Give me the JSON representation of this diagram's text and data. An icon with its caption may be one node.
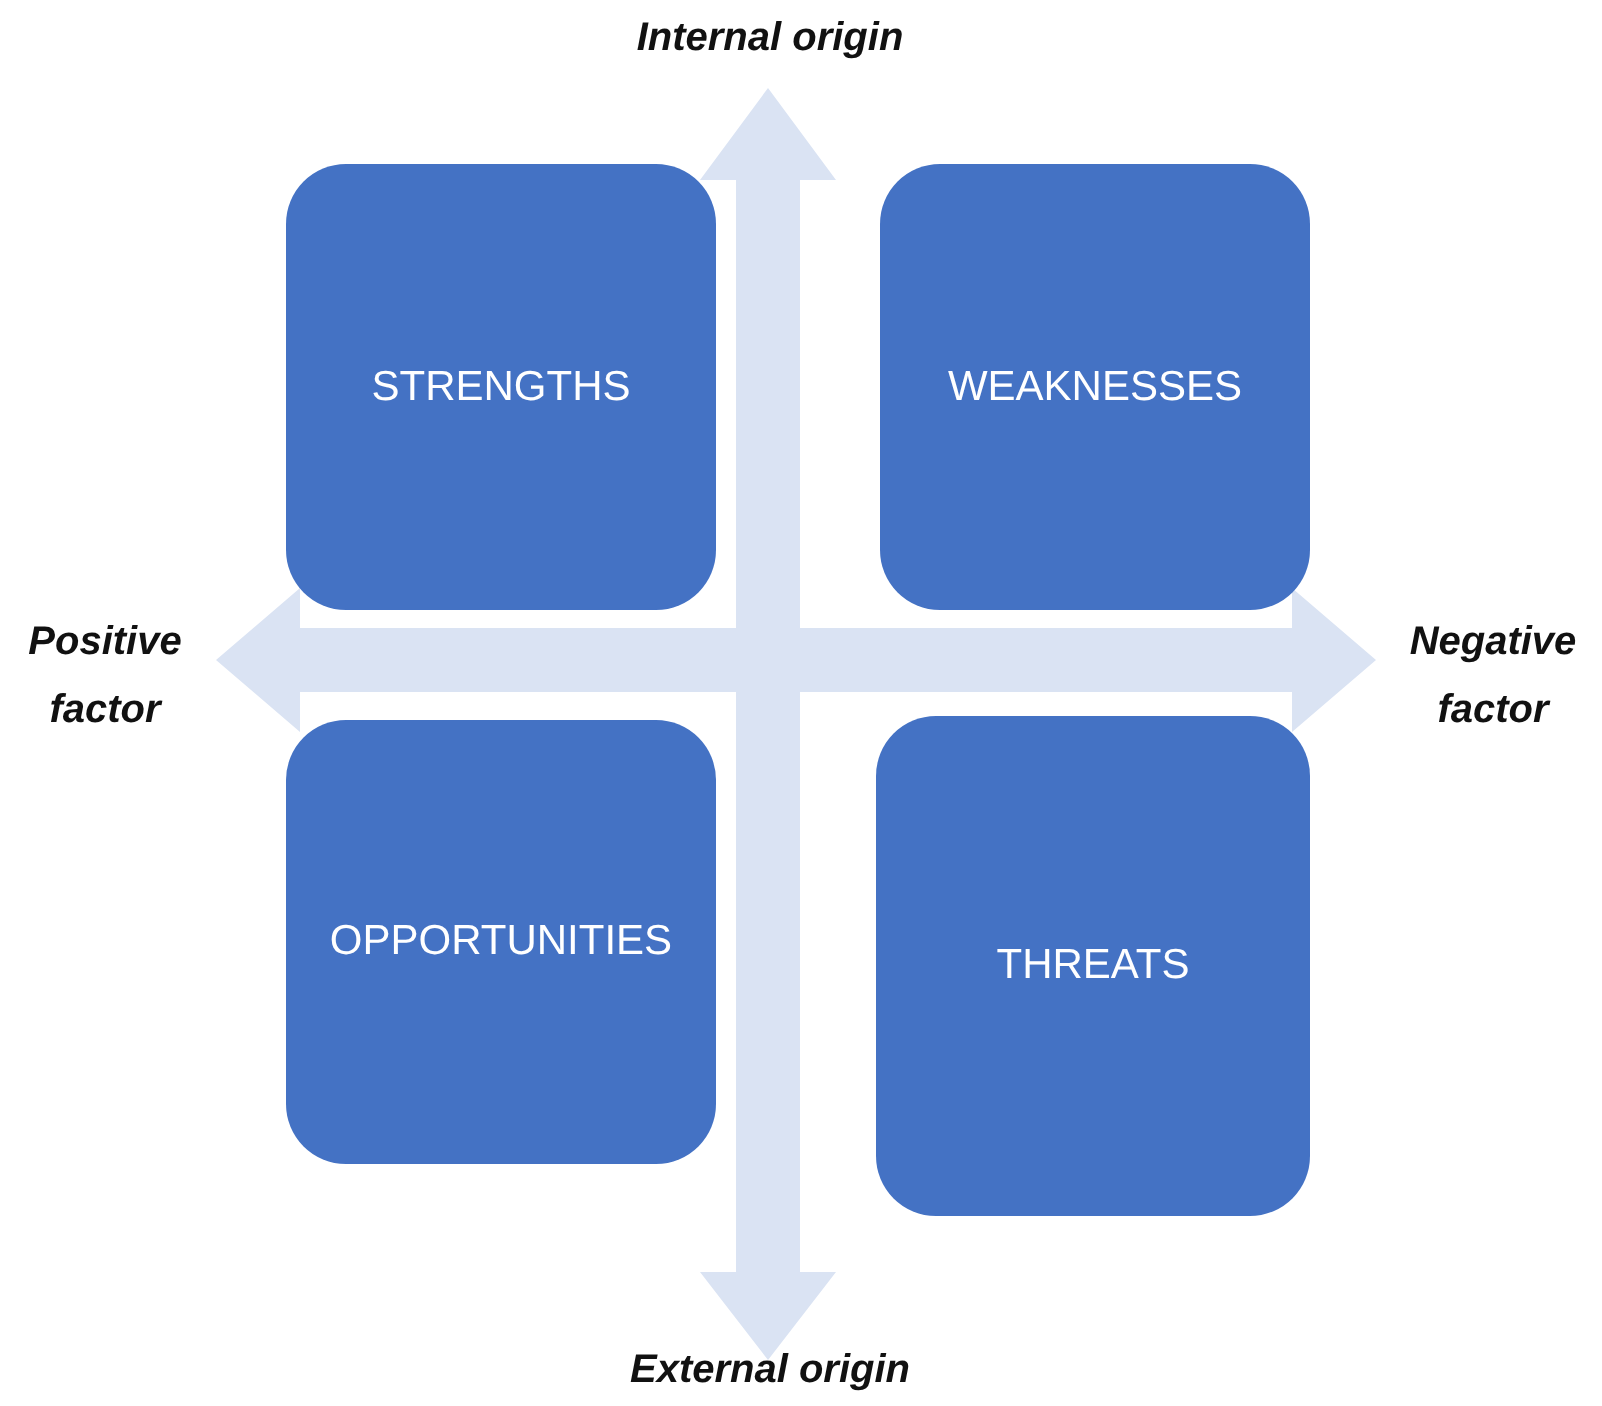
{
  "diagram": {
    "nodes": [
      {
        "text": [
          "STRENGTHS"
        ]
      },
      {
        "text": [
          "WEAKNESSES"
        ]
      },
      {
        "text": [
          "OPPORTUNITIES"
        ]
      },
      {
        "text": [
          "THREATS"
        ]
      }
    ],
    "edges": [],
    "labels": [
      "Internal origin",
      "Positive factor",
      "Negative factor",
      "External origin"
    ]
  }
}
